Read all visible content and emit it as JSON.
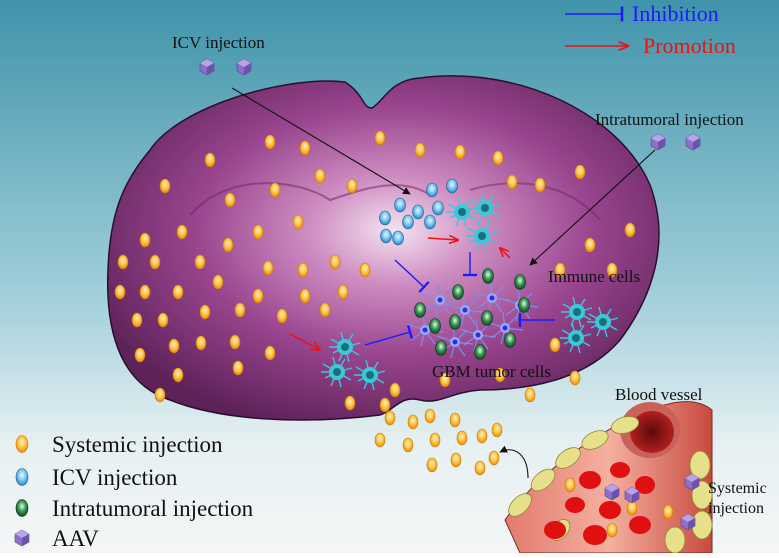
{
  "keys": {
    "inhibition": "Inhibition",
    "promotion": "Promotion",
    "inhibition_color": "#1a1aff",
    "promotion_color": "#ee1111"
  },
  "labels": {
    "icv_injection": "ICV injection",
    "intratumoral_injection": "Intratumoral injection",
    "immune_cells": "Immune cells",
    "gbm_tumor_cells": "GBM tumor cells",
    "blood_vessel": "Blood vessel",
    "systemic_injection_line1": "Systemic",
    "systemic_injection_line2": "injection"
  },
  "legend": [
    {
      "label": "Systemic injection",
      "icon": "orange-particle-icon",
      "color": "#f5a623"
    },
    {
      "label": "ICV  injection",
      "icon": "blue-particle-icon",
      "color": "#4aa8e0"
    },
    {
      "label": "Intratumoral injection",
      "icon": "green-particle-icon",
      "color": "#1e7a3a"
    },
    {
      "label": "AAV",
      "icon": "aav-hexagon-icon",
      "color": "#8b6fc9"
    }
  ]
}
